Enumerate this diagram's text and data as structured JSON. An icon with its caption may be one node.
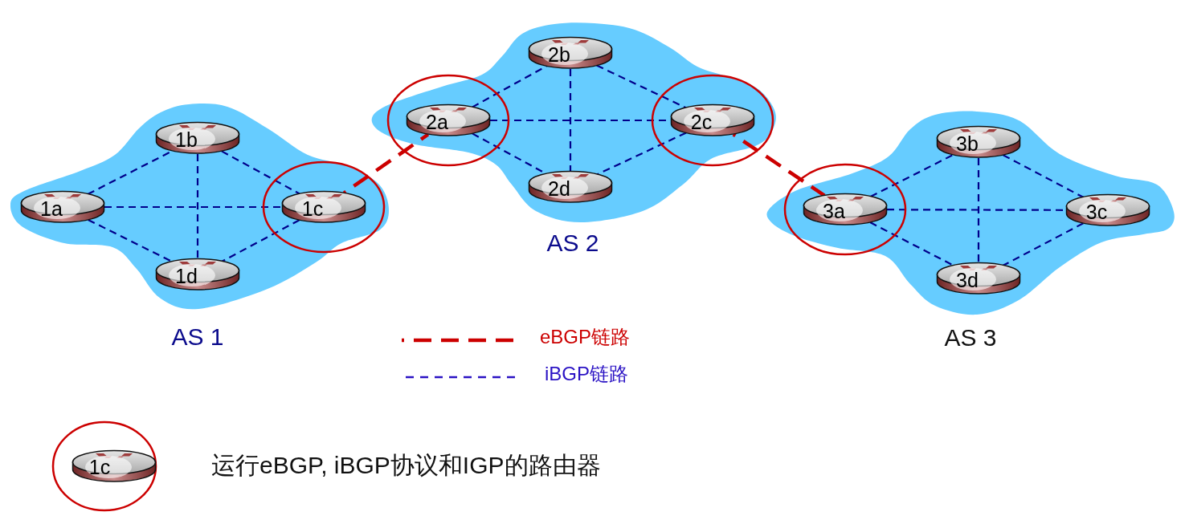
{
  "diagram": {
    "nodes": [
      {
        "text": [
          "AS 1"
        ]
      },
      {
        "text": [
          "1a"
        ],
        "in": 0
      },
      {
        "text": [
          "1b"
        ],
        "in": 0
      },
      {
        "text": [
          "1c"
        ],
        "in": 0
      },
      {
        "text": [
          "1d"
        ],
        "in": 0
      },
      {
        "text": [
          "AS 2"
        ]
      },
      {
        "text": [
          "2a"
        ],
        "in": 5
      },
      {
        "text": [
          "2b"
        ],
        "in": 5
      },
      {
        "text": [
          "2c"
        ],
        "in": 5
      },
      {
        "text": [
          "2d"
        ],
        "in": 5
      },
      {
        "text": [
          "AS 3"
        ]
      },
      {
        "text": [
          "3a"
        ],
        "in": 10
      },
      {
        "text": [
          "3b"
        ],
        "in": 10
      },
      {
        "text": [
          "3c"
        ],
        "in": 10
      },
      {
        "text": [
          "3d"
        ],
        "in": 10
      }
    ],
    "edges": [
      {
        "from": 1,
        "to": 2,
        "arrow": "none",
        "style": "dashed"
      },
      {
        "from": 1,
        "to": 3,
        "arrow": "none",
        "style": "dashed"
      },
      {
        "from": 1,
        "to": 4,
        "arrow": "none",
        "style": "dashed"
      },
      {
        "from": 2,
        "to": 3,
        "arrow": "none",
        "style": "dashed"
      },
      {
        "from": 2,
        "to": 4,
        "arrow": "none",
        "style": "dashed"
      },
      {
        "from": 3,
        "to": 4,
        "arrow": "none",
        "style": "dashed"
      },
      {
        "from": 3,
        "to": 6,
        "arrow": "none",
        "style": "dashed",
        "color": "#cc0000"
      },
      {
        "from": 6,
        "to": 7,
        "arrow": "none",
        "style": "dashed"
      },
      {
        "from": 6,
        "to": 8,
        "arrow": "none",
        "style": "dashed"
      },
      {
        "from": 6,
        "to": 9,
        "arrow": "none",
        "style": "dashed"
      },
      {
        "from": 7,
        "to": 8,
        "arrow": "none",
        "style": "dashed"
      },
      {
        "from": 7,
        "to": 9,
        "arrow": "none",
        "style": "dashed"
      },
      {
        "from": 8,
        "to": 9,
        "arrow": "none",
        "style": "dashed"
      },
      {
        "from": 8,
        "to": 11,
        "arrow": "none",
        "style": "dashed",
        "color": "#cc0000"
      },
      {
        "from": 11,
        "to": 12,
        "arrow": "none",
        "style": "dashed"
      },
      {
        "from": 11,
        "to": 13,
        "arrow": "none",
        "style": "dashed"
      },
      {
        "from": 11,
        "to": 14,
        "arrow": "none",
        "style": "dashed"
      },
      {
        "from": 12,
        "to": 13,
        "arrow": "none",
        "style": "dashed"
      },
      {
        "from": 12,
        "to": 14,
        "arrow": "none",
        "style": "dashed"
      },
      {
        "from": 13,
        "to": 14,
        "arrow": "none",
        "style": "dashed"
      }
    ],
    "labels": [
      "1c"
    ],
    "legend": [
      {
        "text": "eBGP链路"
      },
      {
        "text": "iBGP链路"
      },
      {
        "text": "运行eBGP, iBGP协议和IGP的路由器"
      }
    ]
  }
}
